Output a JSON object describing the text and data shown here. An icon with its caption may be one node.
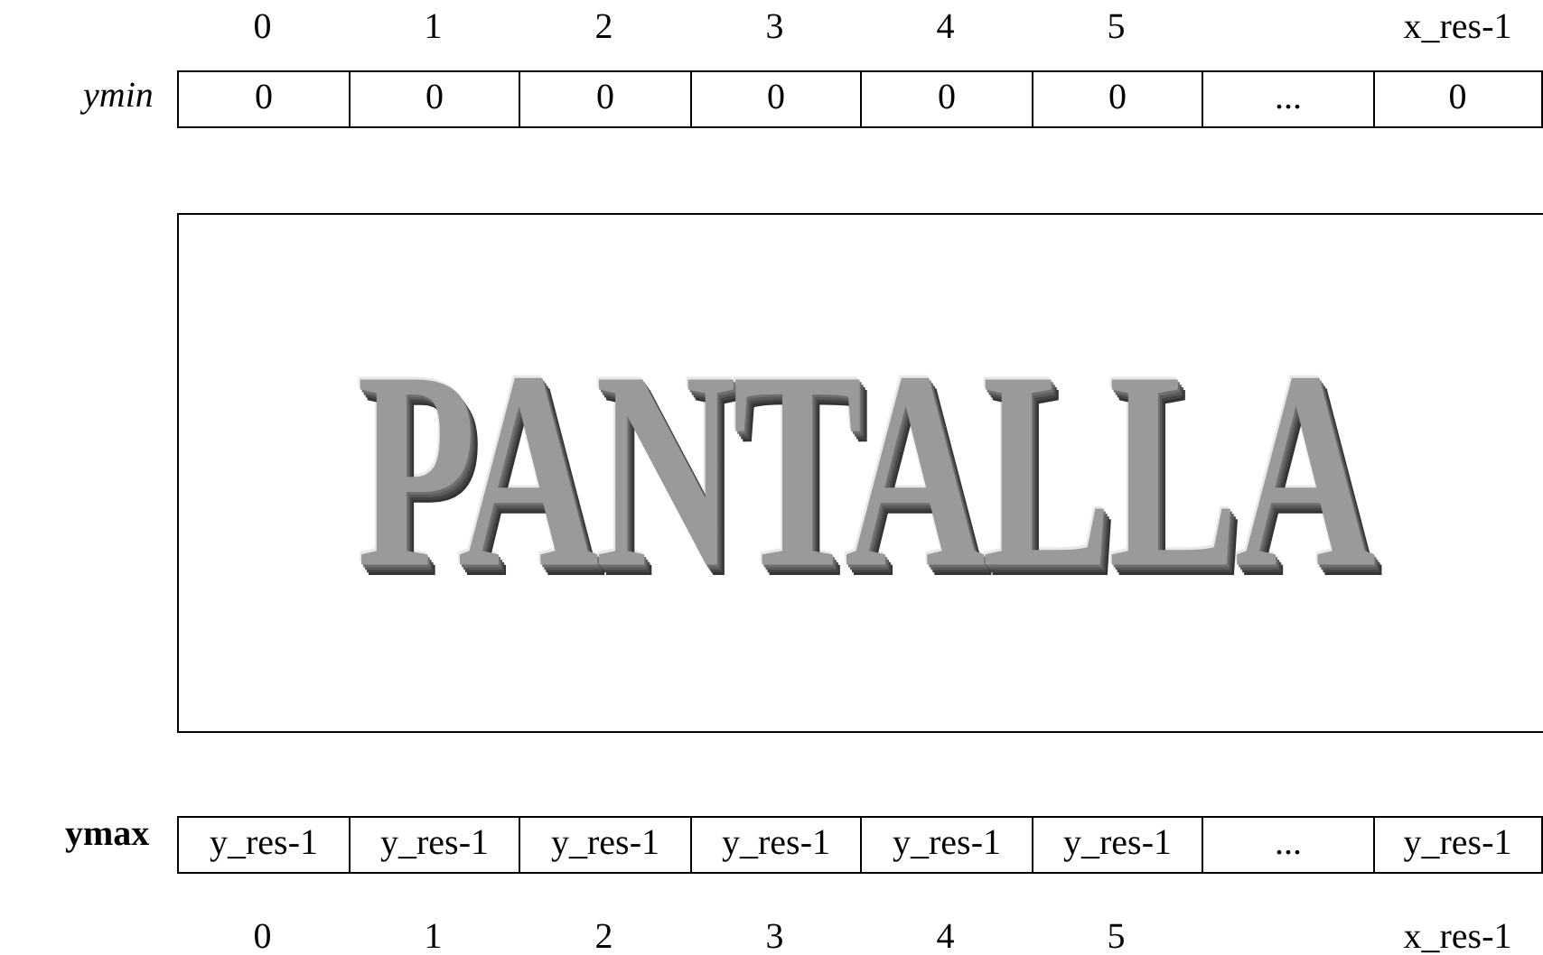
{
  "diagram": {
    "nodes": [
      {
        "text": [
          "PANTALLA"
        ]
      }
    ],
    "labels": [
      "0",
      "1",
      "2",
      "3",
      "4",
      "5",
      "x_res-1",
      "ymin",
      "0",
      "0",
      "0",
      "0",
      "0",
      "0",
      "...",
      "0",
      "ymax",
      "y_res-1",
      "y_res-1",
      "y_res-1",
      "y_res-1",
      "y_res-1",
      "y_res-1",
      "...",
      "y_res-1",
      "0",
      "1",
      "2",
      "3",
      "4",
      "5",
      "x_res-1"
    ]
  }
}
